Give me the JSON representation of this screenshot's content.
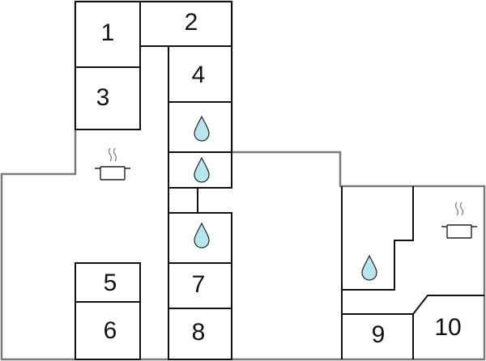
{
  "floorplan": {
    "rooms": [
      {
        "id": "room-1",
        "label": "1"
      },
      {
        "id": "room-2",
        "label": "2"
      },
      {
        "id": "room-3",
        "label": "3"
      },
      {
        "id": "room-4",
        "label": "4"
      },
      {
        "id": "room-5",
        "label": "5"
      },
      {
        "id": "room-6",
        "label": "6"
      },
      {
        "id": "room-7",
        "label": "7"
      },
      {
        "id": "room-8",
        "label": "8"
      },
      {
        "id": "room-9",
        "label": "9"
      },
      {
        "id": "room-10",
        "label": "10"
      }
    ],
    "icons": [
      {
        "type": "water-drop-icon"
      },
      {
        "type": "water-drop-icon"
      },
      {
        "type": "water-drop-icon"
      },
      {
        "type": "water-drop-icon"
      },
      {
        "type": "cooking-pot-icon"
      },
      {
        "type": "cooking-pot-icon"
      }
    ],
    "colors": {
      "outer_wall": "#7a7a7a",
      "inner_wall": "#111111",
      "water": "#b8e6ee"
    }
  }
}
